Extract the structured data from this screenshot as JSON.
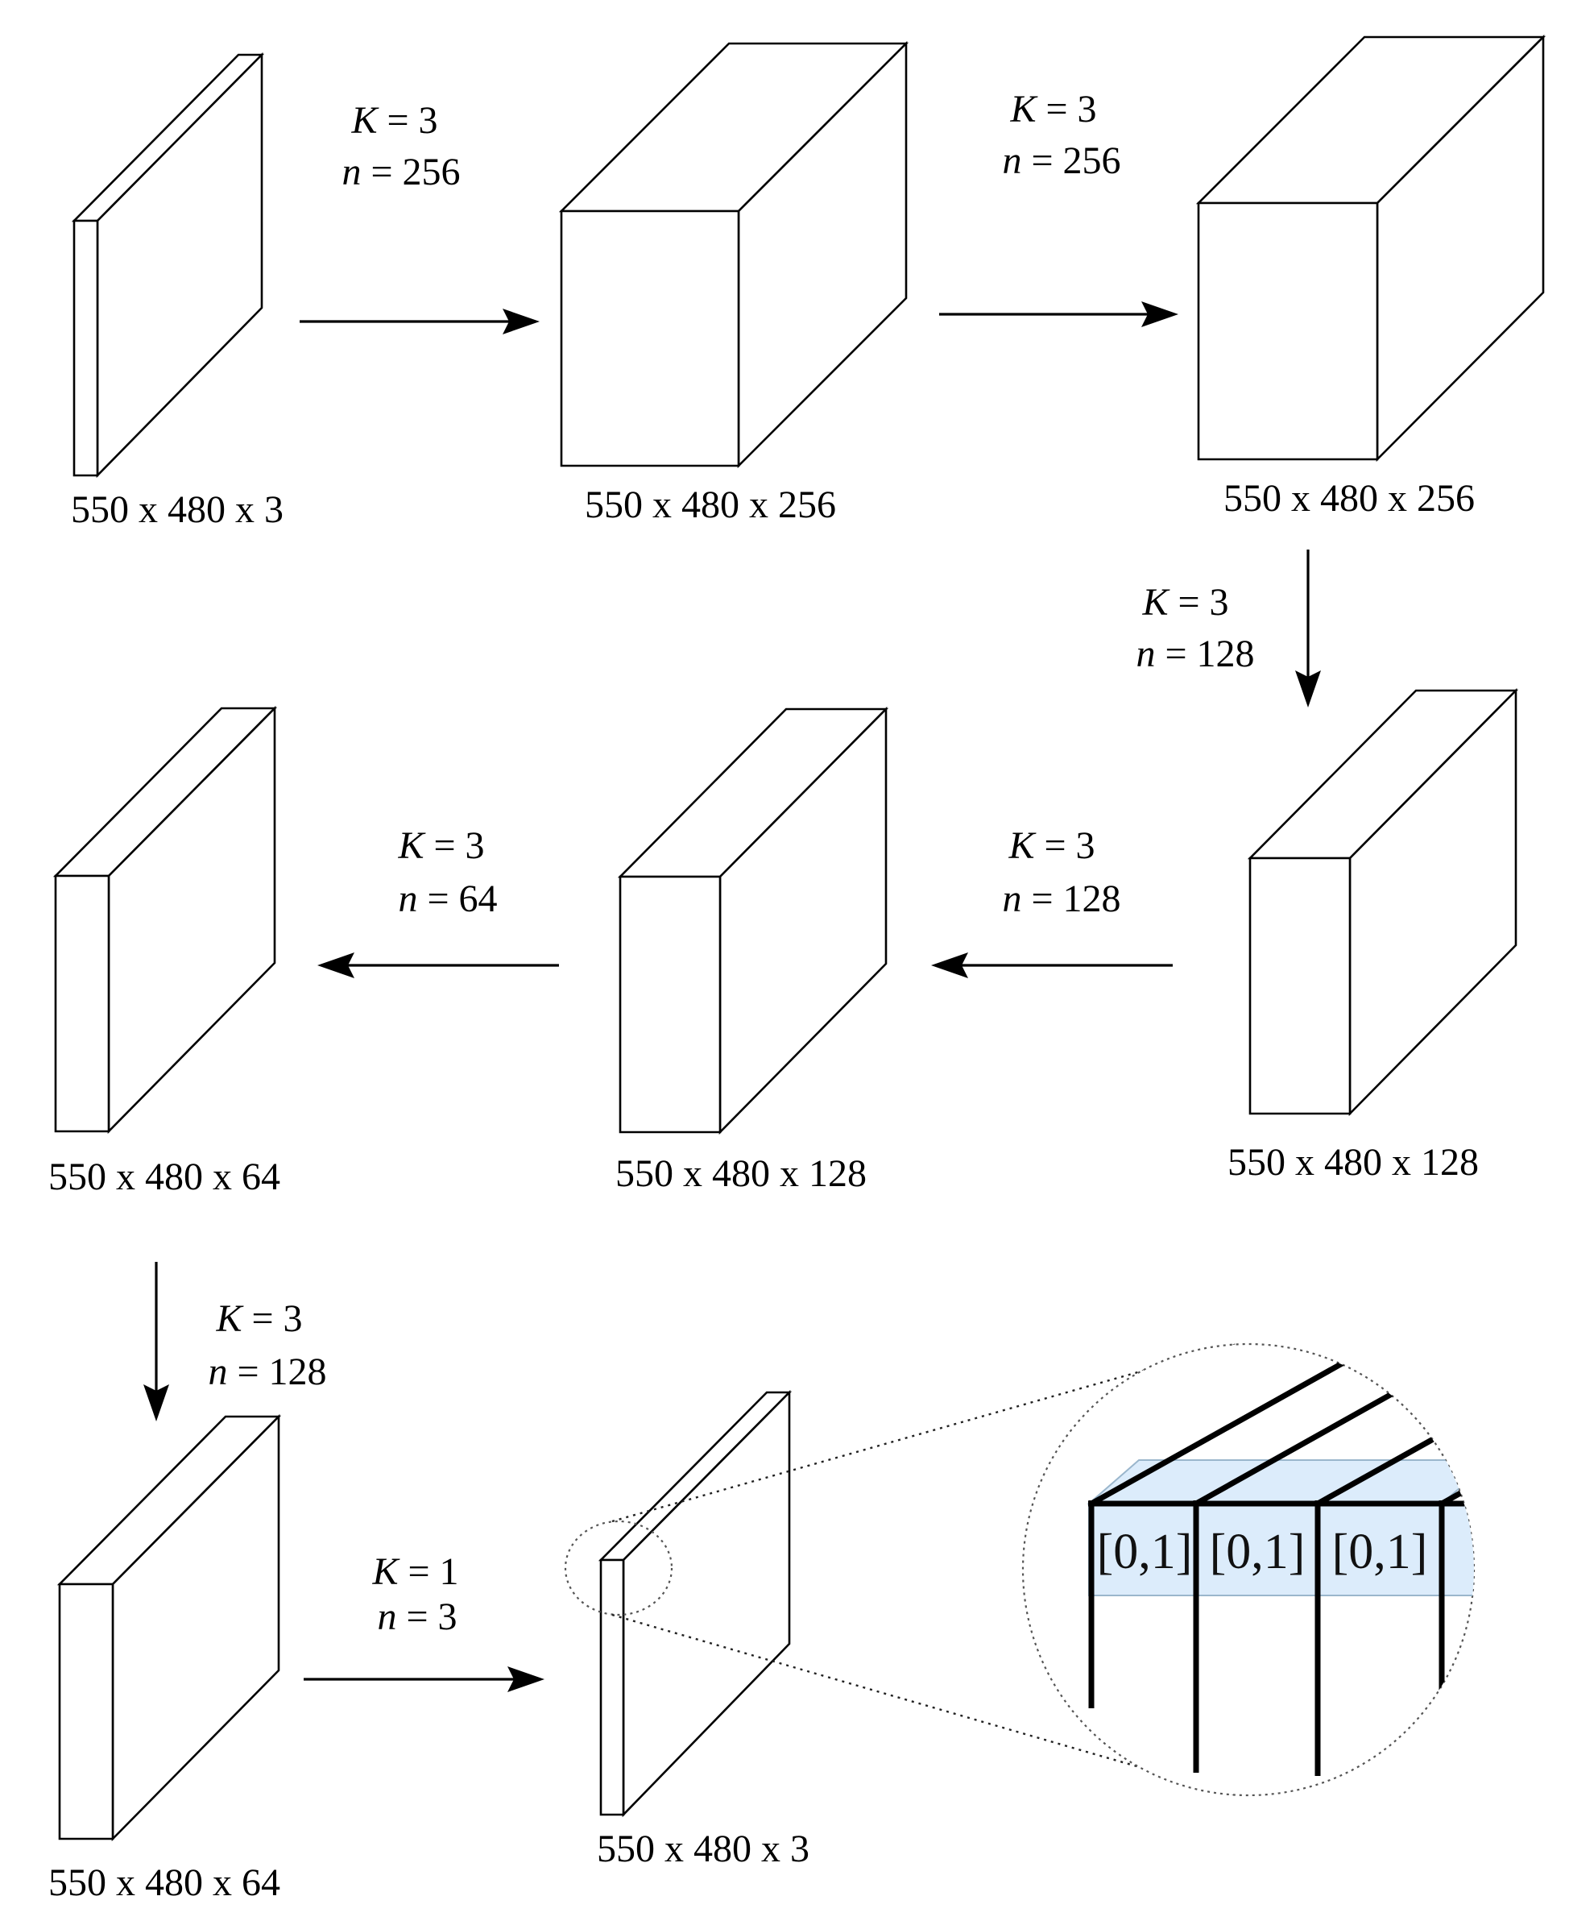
{
  "blocks": [
    {
      "id": "input",
      "label": "550 x 480 x 3"
    },
    {
      "id": "conv1",
      "label": "550 x 480 x 256"
    },
    {
      "id": "conv2",
      "label": "550 x 480 x 256"
    },
    {
      "id": "conv3",
      "label": "550 x 480 x 128"
    },
    {
      "id": "conv4",
      "label": "550 x 480 x 128"
    },
    {
      "id": "conv5",
      "label": "550 x 480 x 64"
    },
    {
      "id": "conv6",
      "label": "550 x 480 x 64"
    },
    {
      "id": "output",
      "label": "550 x 480 x 3"
    }
  ],
  "transitions": [
    {
      "k_var": "K",
      "k_val": " = 3",
      "n_var": "n",
      "n_val": " = 256"
    },
    {
      "k_var": "K",
      "k_val": " = 3",
      "n_var": "n",
      "n_val": " = 256"
    },
    {
      "k_var": "K",
      "k_val": " = 3",
      "n_var": "n",
      "n_val": " = 128"
    },
    {
      "k_var": "K",
      "k_val": " = 3",
      "n_var": "n",
      "n_val": " = 128"
    },
    {
      "k_var": "K",
      "k_val": " = 3",
      "n_var": "n",
      "n_val": " = 64"
    },
    {
      "k_var": "K",
      "k_val": " = 3",
      "n_var": "n",
      "n_val": " = 128"
    },
    {
      "k_var": "K",
      "k_val": " = 1",
      "n_var": "n",
      "n_val": " = 3"
    }
  ],
  "zoom": {
    "cells": [
      "[0,1]",
      "[0,1]",
      "[0,1]"
    ],
    "band_color": "#dcecfb"
  }
}
